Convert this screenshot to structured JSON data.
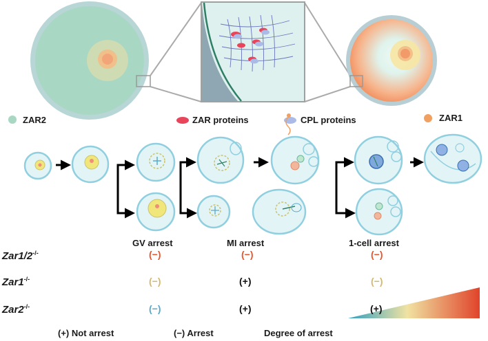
{
  "legend": {
    "zar2": "ZAR2",
    "zar_proteins": "ZAR proteins",
    "cpl_proteins": "CPL proteins",
    "zar1": "ZAR1"
  },
  "stages": {
    "gv": "GV arrest",
    "mi": "MI arrest",
    "one_cell": "1-cell arrest"
  },
  "genotypes": [
    {
      "name": "Zar1/2",
      "sup": "-/-",
      "marks": [
        "(−)",
        "(−)",
        "(−)"
      ]
    },
    {
      "name": "Zar1",
      "sup": "-/-",
      "marks": [
        "(−)",
        "(+)",
        "(−)"
      ]
    },
    {
      "name": "Zar2",
      "sup": "-/-",
      "marks": [
        "(−)",
        "(+)",
        "(+)"
      ]
    }
  ],
  "key": {
    "not_arrest": "(+) Not arrest",
    "arrest": "(−) Arrest",
    "degree": "Degree of arrest"
  },
  "colors": {
    "zar2": "#a8d8c4",
    "zar1": "#f0a060",
    "zar_protein": "#e8455a",
    "cpl_protein": "#a9bbe6",
    "cell_outline": "#8fcfdf",
    "cell_fill": "#e3f4f7",
    "severe": "#e8552c",
    "mild": "#e2c680",
    "light": "#5aa9c8"
  }
}
